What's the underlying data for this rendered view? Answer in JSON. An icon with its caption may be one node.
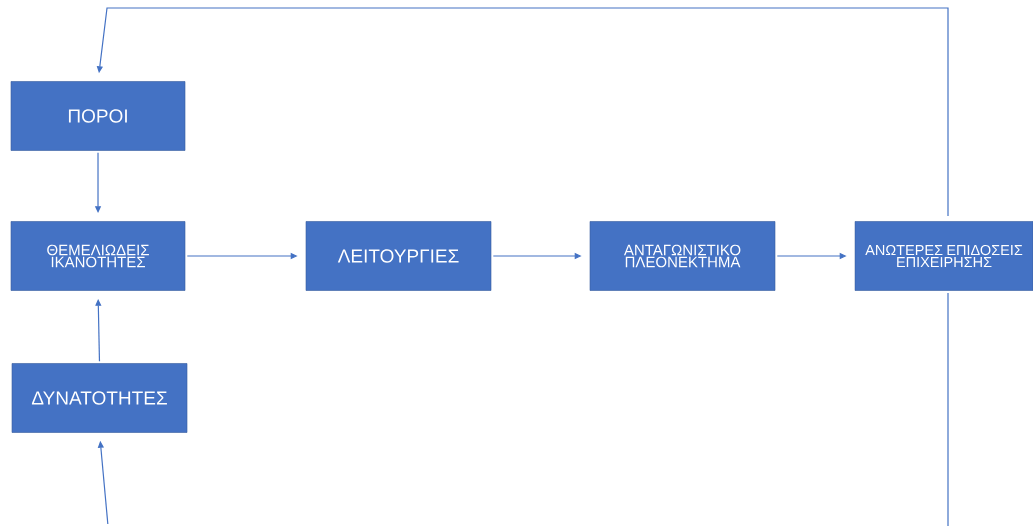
{
  "diagram": {
    "nodes": [
      {
        "text": [
          "ΠΟΡΟΙ"
        ]
      },
      {
        "text": [
          "ΘΕΜΕΛΙΩΔΕΙΣ ΙΚΑΝΟΤΗΤΕΣ"
        ]
      },
      {
        "text": [
          "ΛΕΙΤΟΥΡΓΙΕΣ"
        ]
      },
      {
        "text": [
          "ΑΝΤΑΓΩΝΙΣΤΙΚΟ ΠΛΕΟΝΕΚΤΗΜΑ"
        ]
      },
      {
        "text": [
          "ΑΝΩΤΕΡΕΣ ΕΠΙΔΟΣΕΙΣ ΕΠΙΧΕΙΡΗΣΗΣ"
        ]
      },
      {
        "text": [
          "ΔΥΝΑΤΟΤΗΤΕΣ"
        ]
      }
    ],
    "edges": [
      {
        "from": 0,
        "to": 1,
        "arrow": "to"
      },
      {
        "from": 1,
        "to": 2,
        "arrow": "to"
      },
      {
        "from": 2,
        "to": 3,
        "arrow": "to"
      },
      {
        "from": 3,
        "to": 4,
        "arrow": "to"
      },
      {
        "from": 5,
        "to": 1,
        "arrow": "to"
      },
      {
        "from": null,
        "to": 5,
        "arrow": "to"
      },
      {
        "from": null,
        "to": 0,
        "arrow": "to"
      }
    ]
  }
}
